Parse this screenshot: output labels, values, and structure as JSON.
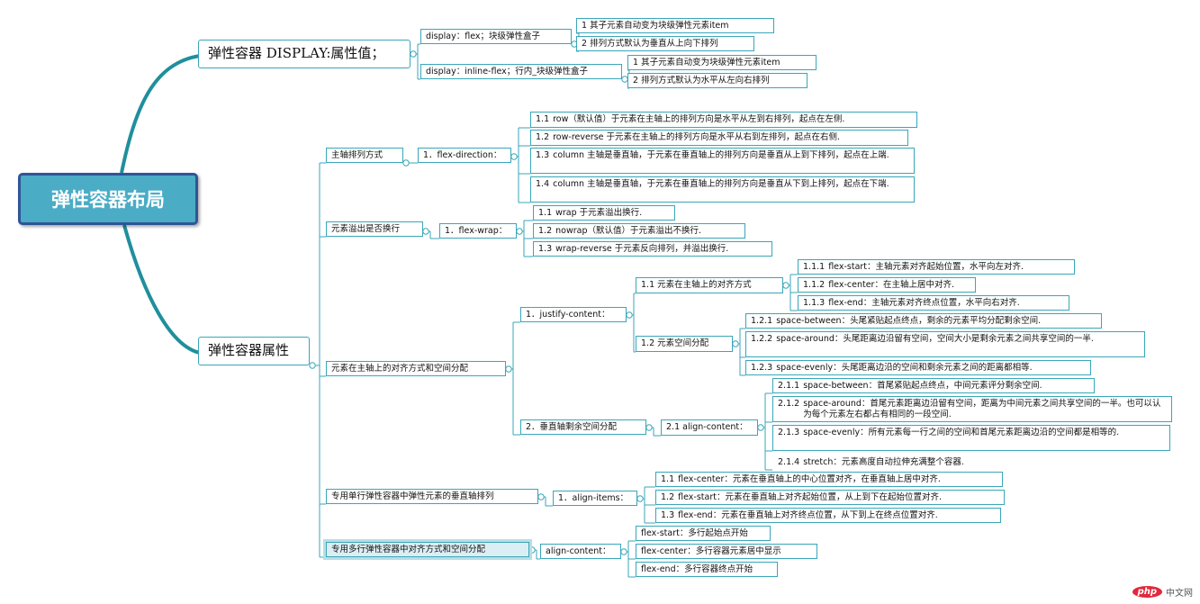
{
  "root": {
    "label": "弹性容器布局"
  },
  "display_branch": {
    "label": "弹性容器 DISPLAY:属性值；",
    "flex": {
      "label": "display：flex；块级弹性盒子",
      "items": [
        {
          "label": "1 其子元素自动变为块级弹性元素item"
        },
        {
          "label": "2 排列方式默认为垂直从上向下排列"
        }
      ]
    },
    "inline_flex": {
      "label": "display：inline-flex；行内_块级弹性盒子",
      "items": [
        {
          "label": "1 其子元素自动变为块级弹性元素item"
        },
        {
          "label": "2 排列方式默认为水平从左向右排列"
        }
      ]
    }
  },
  "props_branch": {
    "label": "弹性容器属性",
    "main_axis_dir": {
      "label": "主轴排列方式",
      "prop": "1．flex-direction：",
      "items": [
        {
          "num": "1.1",
          "text": "row（默认值）于元素在主轴上的排列方向是水平从左到右排列，起点在左侧."
        },
        {
          "num": "1.2",
          "text": "row-reverse  于元素在主轴上的排列方向是水平从右到左排列，起点在右侧."
        },
        {
          "num": "1.3",
          "text": "column 主轴是垂直轴，于元素在垂直轴上的排列方向是垂直从上到下排列，起点在上端."
        },
        {
          "num": "1.4",
          "text": "column 主轴是垂直轴，于元素在垂直轴上的排列方向是垂直从下到上排列，起点在下端."
        }
      ]
    },
    "wrap": {
      "label": "元素溢出是否换行",
      "prop": "1．flex-wrap：",
      "items": [
        {
          "num": "1.1",
          "text": "wrap  于元素溢出换行."
        },
        {
          "num": "1.2",
          "text": "nowrap（默认值）于元素溢出不换行."
        },
        {
          "num": "1.3",
          "text": "wrap-reverse  于元素反向排列，并溢出换行."
        }
      ]
    },
    "align_space": {
      "label": "元素在主轴上的对齐方式和空间分配",
      "justify": {
        "label": "1．justify-content：",
        "align": {
          "label": "1.1 元素在主轴上的对齐方式",
          "items": [
            {
              "num": "1.1.1",
              "text": "flex-start：主轴元素对齐起始位置，水平向左对齐."
            },
            {
              "num": "1.1.2",
              "text": "flex-center：在主轴上居中对齐."
            },
            {
              "num": "1.1.3",
              "text": "flex-end：主轴元素对齐终点位置，水平向右对齐."
            }
          ]
        },
        "space": {
          "label": "1.2 元素空间分配",
          "items": [
            {
              "num": "1.2.1",
              "text": "space-between：头尾紧贴起点终点，剩余的元素平均分配剩余空间."
            },
            {
              "num": "1.2.2",
              "text": "space-around：头尾距离边沿留有空间，空间大小是剩余元素之间共享空间的一半."
            },
            {
              "num": "1.2.3",
              "text": "space-evenly：头尾距离边沿的空间和剩余元素之间的距离都相等."
            }
          ]
        }
      },
      "cross": {
        "label": "2．垂直轴剩余空间分配",
        "align_content": {
          "label": "2.1  align-content：",
          "items": [
            {
              "num": "2.1.1",
              "text": "space-between：首尾紧贴起点终点，中间元素评分剩余空间."
            },
            {
              "num": "2.1.2",
              "text": "space-around：首尾元素距离边沿留有空间，距离为中间元素之间共享空间的一半。也可以认为每个元素左右都占有相同的一段空间."
            },
            {
              "num": "2.1.3",
              "text": "space-evenly：所有元素每一行之间的空间和首尾元素距离边沿的空间都是相等的."
            },
            {
              "num": "2.1.4",
              "text": "stretch：元素高度自动拉伸充满整个容器."
            }
          ]
        }
      }
    },
    "single_line": {
      "label": "专用单行弹性容器中弹性元素的垂直轴排列",
      "prop": "1．align-items：",
      "items": [
        {
          "num": "1.1",
          "text": "flex-center：元素在垂直轴上的中心位置对齐，在垂直轴上居中对齐."
        },
        {
          "num": "1.2",
          "text": "flex-start：元素在垂直轴上对齐起始位置，从上到下在起始位置对齐."
        },
        {
          "num": "1.3",
          "text": "flex-end：元素在垂直轴上对齐终点位置，从下到上在终点位置对齐."
        }
      ]
    },
    "multi_line": {
      "label": "专用多行弹性容器中对齐方式和空间分配",
      "prop": "align-content：",
      "items": [
        {
          "text": "flex-start：多行起始点开始"
        },
        {
          "text": "flex-center：多行容器元素居中显示"
        },
        {
          "text": "flex-end：多行容器终点开始"
        }
      ]
    }
  },
  "watermark": {
    "logo": "php",
    "text": "中文网"
  },
  "colors": {
    "root_fill": "#4bacc6",
    "root_border": "#2f5597",
    "line": "#3aa6b9",
    "curve": "#1f8f9c"
  }
}
